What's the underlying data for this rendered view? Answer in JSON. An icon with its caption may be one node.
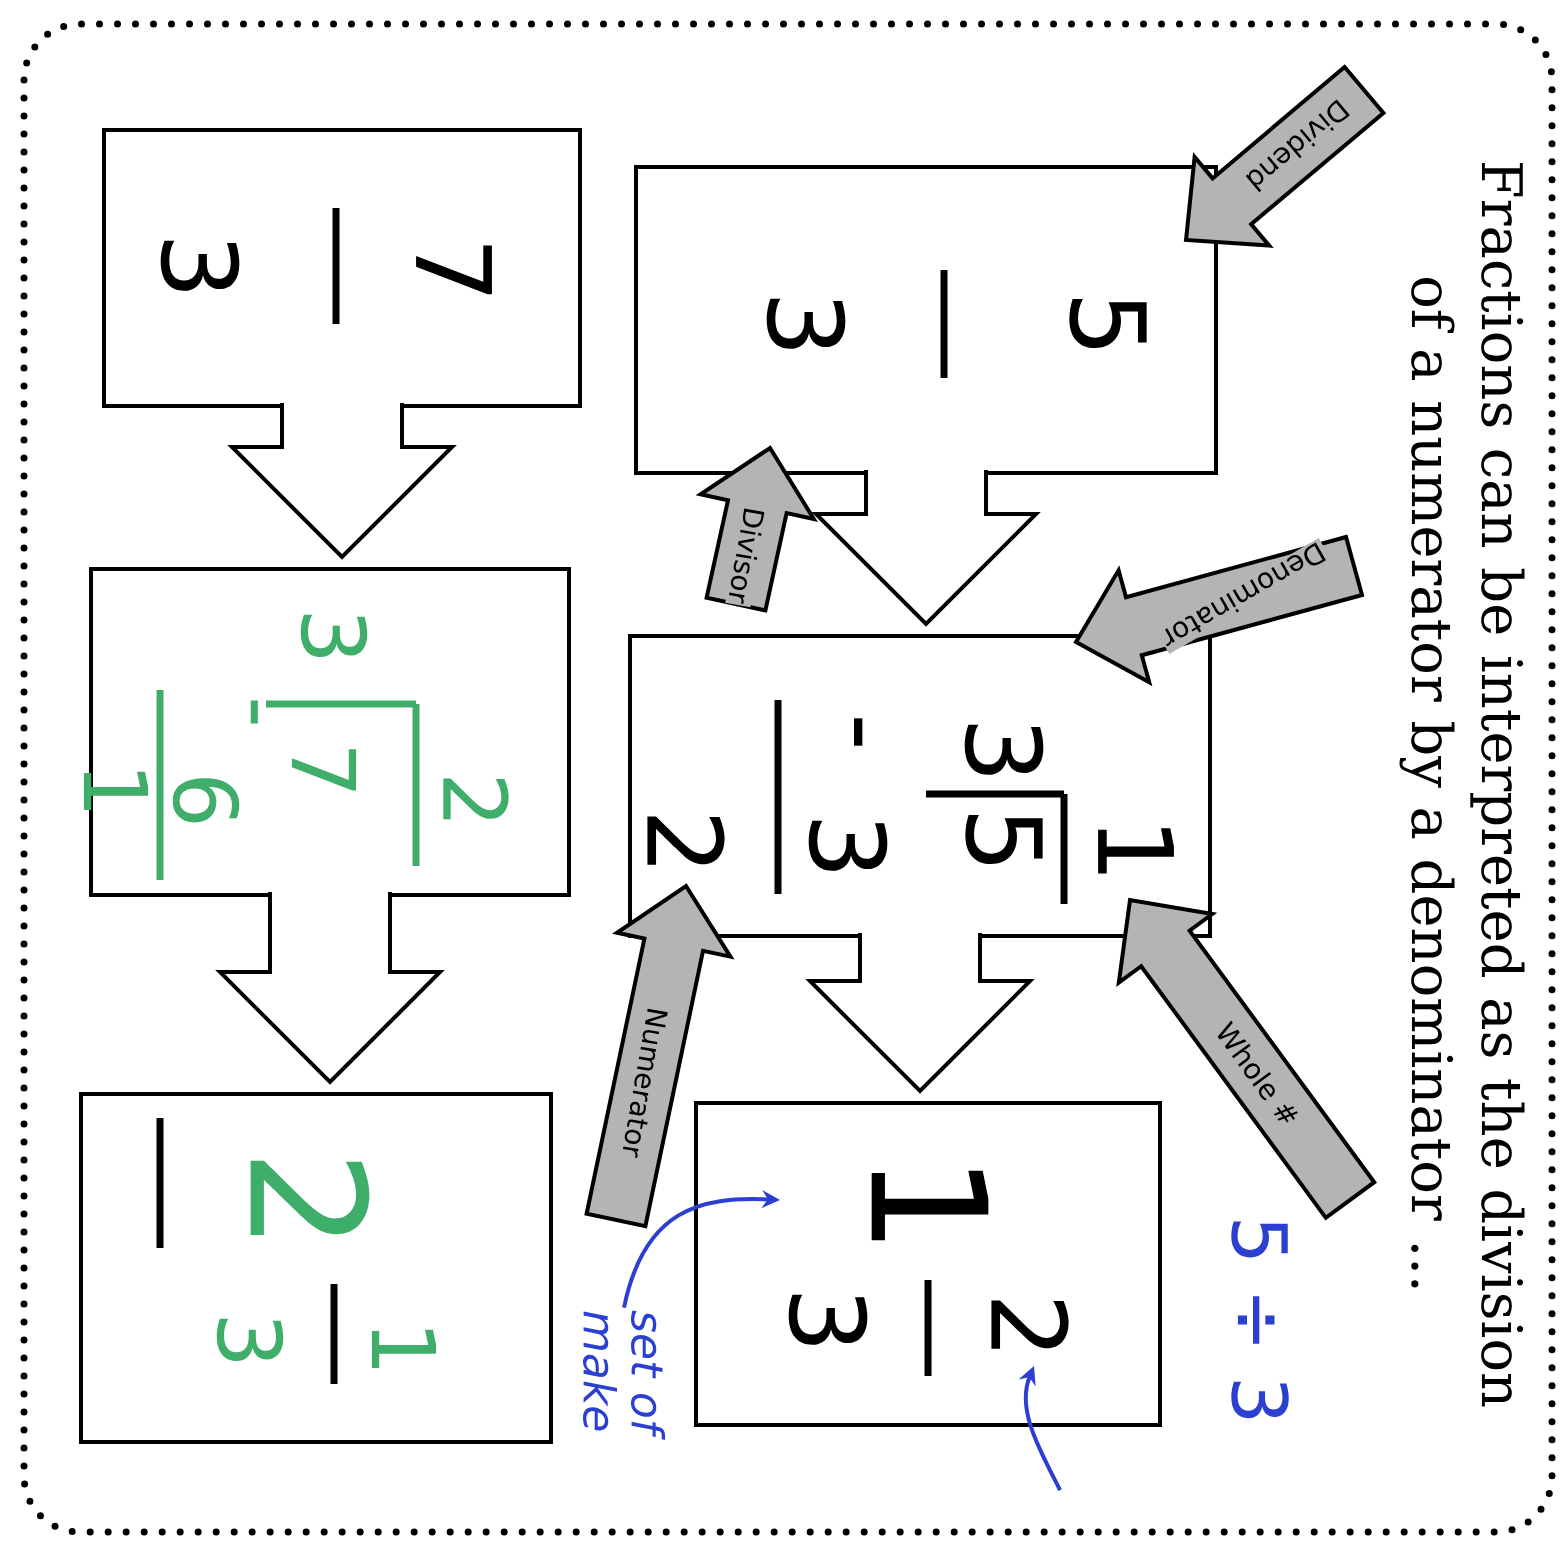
{
  "diagram": {
    "title": "Fractions can be interpreted as the division of a numerator by a denominator ...",
    "nodes": [
      {
        "text": [
          "5",
          "3"
        ]
      },
      {
        "text": [
          "1",
          "3",
          "5",
          "-",
          "3",
          "2"
        ]
      },
      {
        "text": [
          "1",
          "2",
          "3"
        ]
      },
      {
        "text": [
          "7",
          "3"
        ]
      },
      {
        "text": [
          "2",
          "3",
          "7",
          "-",
          "6",
          "1"
        ]
      },
      {
        "text": [
          "2",
          "1",
          "3"
        ]
      },
      {
        "text": [
          "set of make"
        ]
      }
    ],
    "edges": [
      {
        "from": 0,
        "to": 1,
        "arrow": "to",
        "style": "thick"
      },
      {
        "from": 1,
        "to": 2,
        "arrow": "to",
        "style": "thick"
      },
      {
        "from": 3,
        "to": 4,
        "arrow": "to",
        "style": "thick"
      },
      {
        "from": 4,
        "to": 5,
        "arrow": "to",
        "style": "thick"
      },
      {
        "from": null,
        "to": 0,
        "arrow": "to",
        "label": "Dividend",
        "style": "thick",
        "color": "#b4b4b4"
      },
      {
        "from": null,
        "to": 0,
        "arrow": "to",
        "label": "Divisor",
        "style": "thick",
        "color": "#b4b4b4"
      },
      {
        "from": null,
        "to": 1,
        "arrow": "to",
        "label": "Denominator",
        "style": "thick",
        "color": "#b4b4b4"
      },
      {
        "from": null,
        "to": 1,
        "arrow": "to",
        "label": "Numerator",
        "style": "thick",
        "color": "#b4b4b4"
      },
      {
        "from": null,
        "to": 1,
        "arrow": "to",
        "label": "Whole #",
        "style": "thick",
        "color": "#b4b4b4"
      },
      {
        "from": 6,
        "to": 2,
        "arrow": "to",
        "color": "#2b3fd1"
      },
      {
        "from": null,
        "to": 2,
        "arrow": "to",
        "color": "#2b3fd1"
      }
    ],
    "labels": [
      "5 ÷ 3"
    ]
  }
}
